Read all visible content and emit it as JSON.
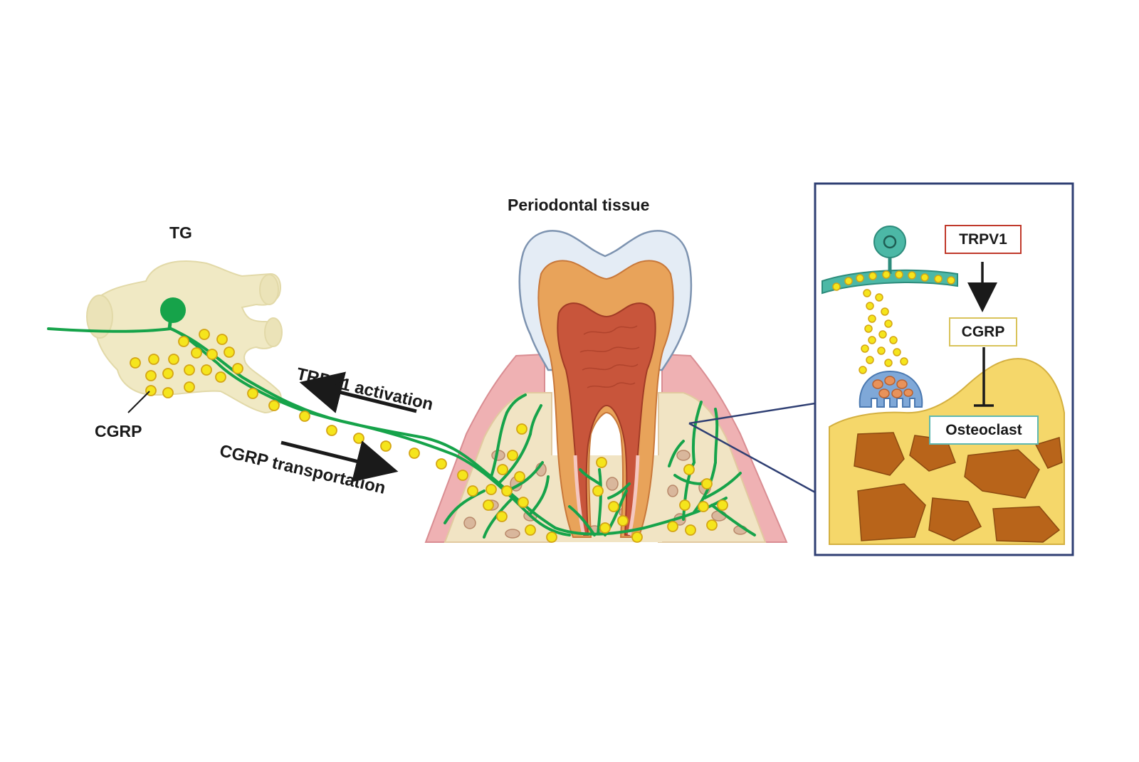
{
  "labels": {
    "tg": "TG",
    "cgrp_left": "CGRP",
    "periodontal": "Periodontal tissue",
    "trpv1_activation": "TRPV1 activation",
    "cgrp_transport": "CGRP transportation"
  },
  "inset": {
    "trpv1": "TRPV1",
    "cgrp": "CGRP",
    "osteoclast": "Osteoclast"
  },
  "colors": {
    "nerve": "#16a34a",
    "cgrp_dot": "#f5e51c",
    "ganglion": "#f0e9c4",
    "tooth_enamel": "#e4ecf5",
    "dentin": "#e8a35a",
    "pulp": "#c8553b",
    "gum": "#efb1b3",
    "bone": "#f5d76a",
    "marrow": "#b8641a",
    "inset_border": "#2f3f73",
    "trpv1_border": "#c0392b",
    "cgrp_border": "#d9c35a",
    "osteoclast_border": "#5fb8b0"
  }
}
